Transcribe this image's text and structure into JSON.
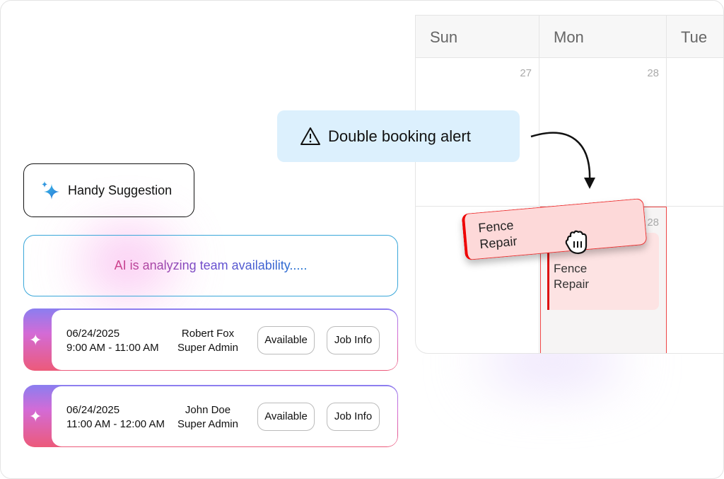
{
  "calendar": {
    "days": [
      "Sun",
      "Mon",
      "Tue"
    ],
    "dates": [
      "27",
      "28",
      "28"
    ]
  },
  "alert": {
    "icon": "warning-triangle-icon",
    "text": "Double booking alert"
  },
  "suggestion": {
    "icon": "sparkle-icon",
    "label": "Handy Suggestion"
  },
  "ai_status": "AI is analyzing team availability.....",
  "rows": [
    {
      "date": "06/24/2025",
      "time": "9:00 AM - 11:00 AM",
      "name": "Robert Fox",
      "role": "Super Admin",
      "available": "Available",
      "job": "Job Info"
    },
    {
      "date": "06/24/2025",
      "time": "11:00 AM - 12:00 AM",
      "name": "John Doe",
      "role": "Super Admin",
      "available": "Available",
      "job": "Job Info"
    }
  ],
  "event": {
    "line1": "Fence",
    "line2": "Repair"
  },
  "dragged_event": {
    "line1": "Fence",
    "line2": "Repair"
  },
  "colors": {
    "alert_bg": "#dcf0fd",
    "event_bg": "#fde3e3",
    "event_border": "#dd1111",
    "ai_border": "#3aa7d9"
  }
}
